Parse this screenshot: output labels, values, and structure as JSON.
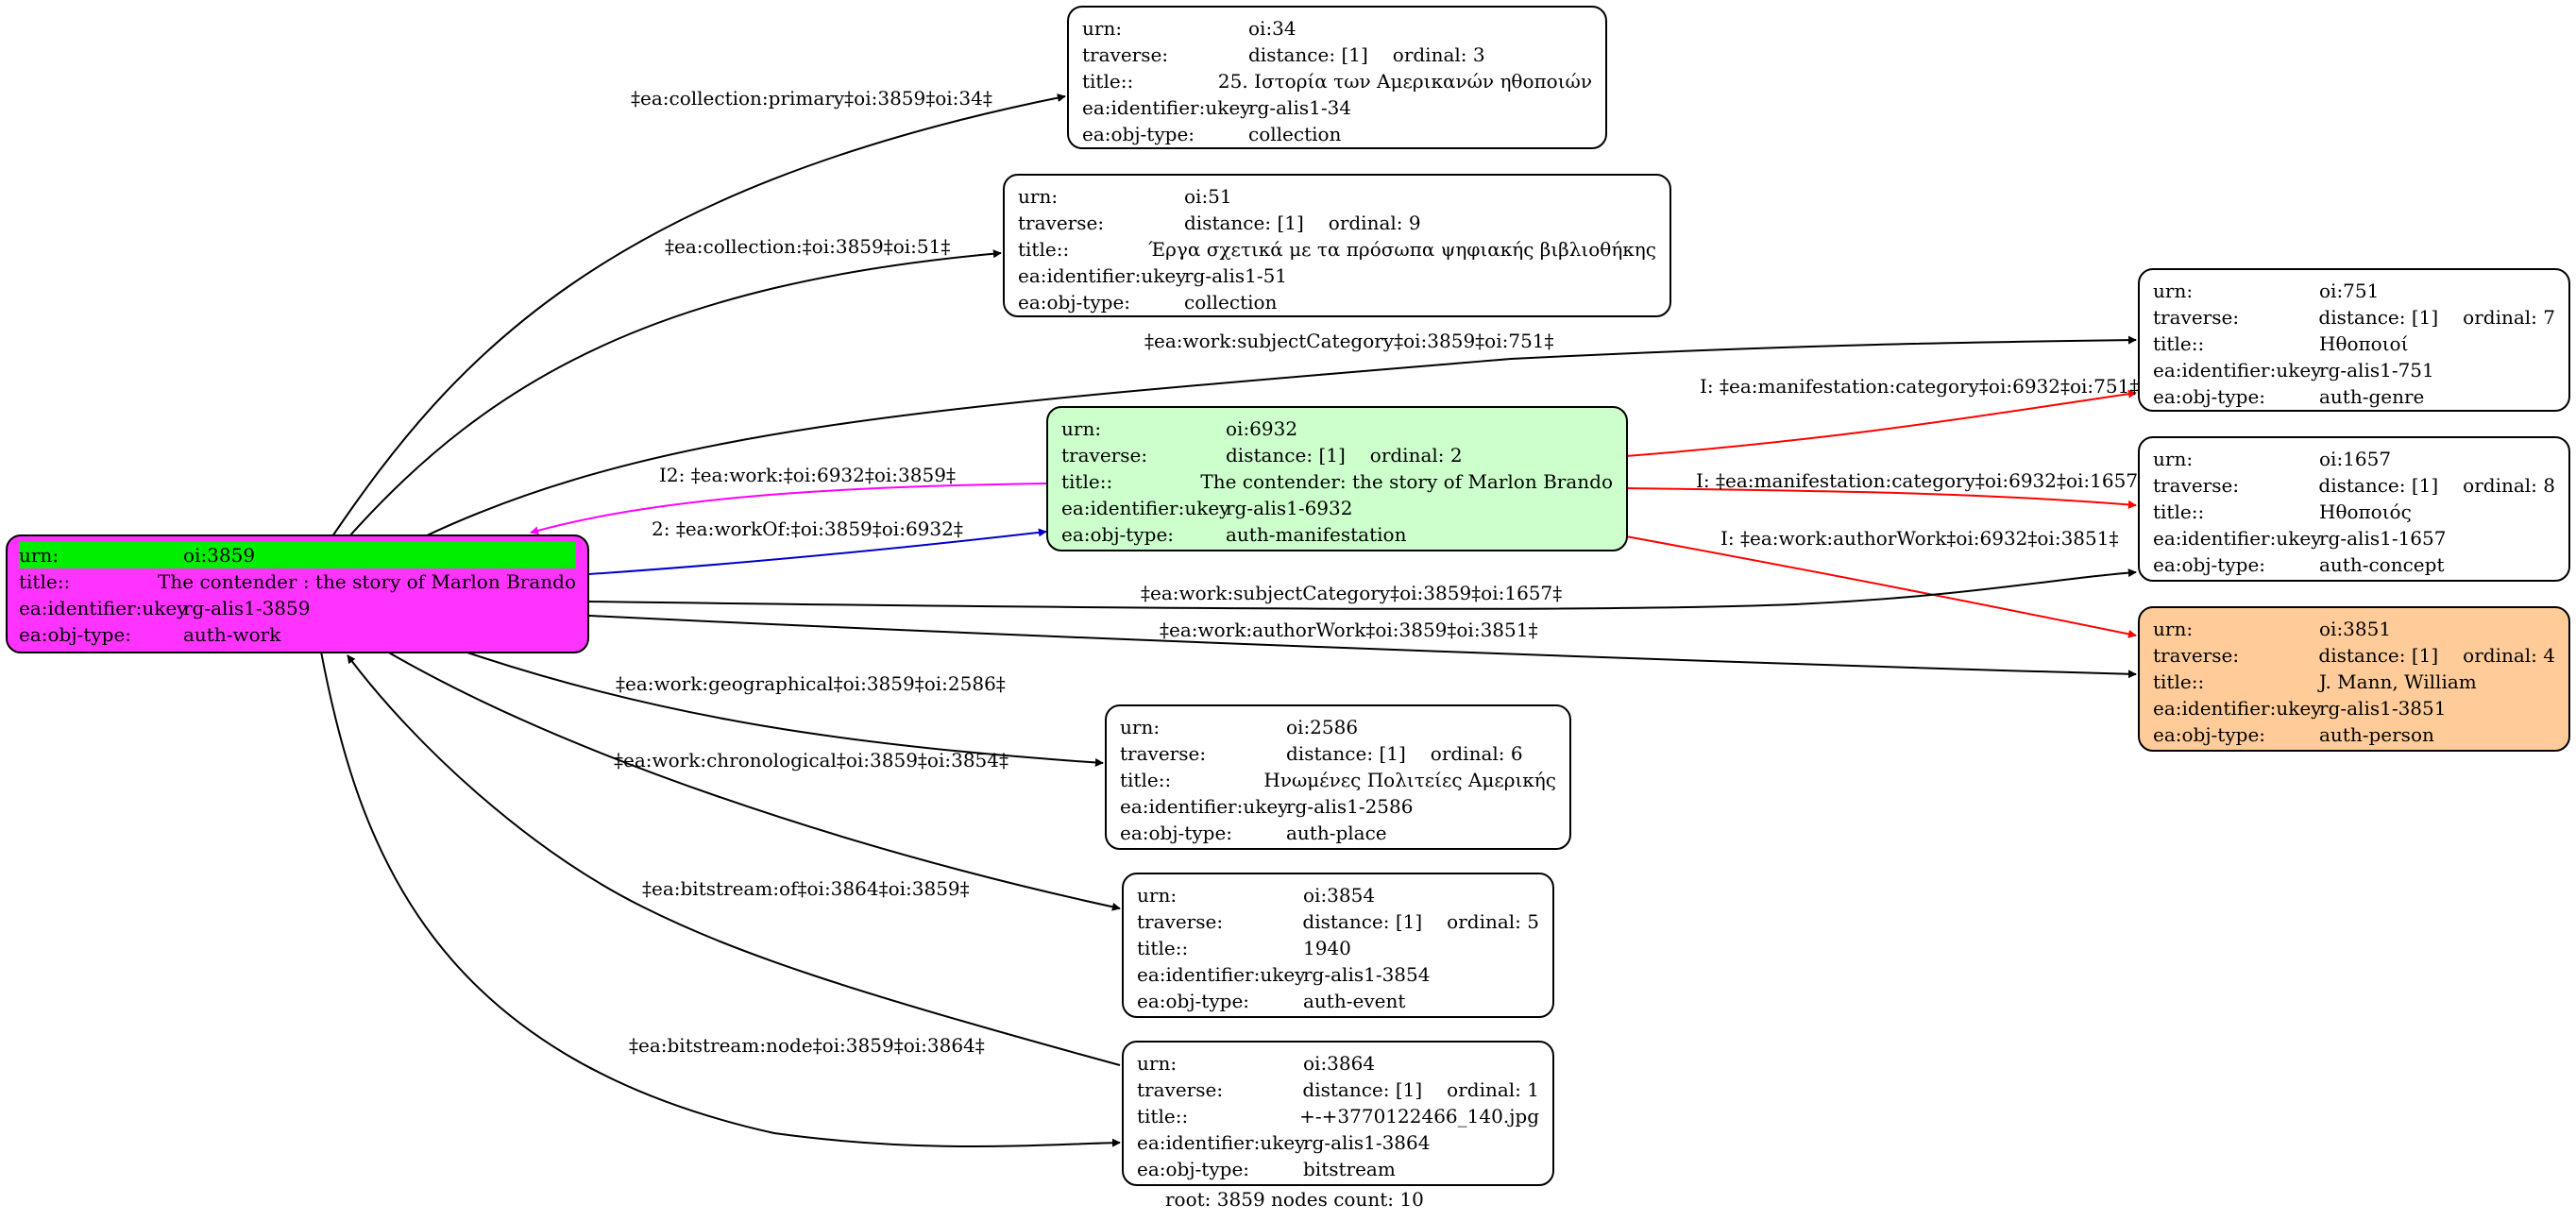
{
  "colors": {
    "root_fill": "#ff33ff",
    "root_highlight": "#00ee00",
    "manifestation_fill": "#ccffcc",
    "person_fill": "#ffcc99",
    "default_fill": "#ffffff",
    "edge_default": "#000000",
    "edge_red": "#ff0000",
    "edge_blue": "#0000cc",
    "edge_magenta": "#ff00ff"
  },
  "nodes": {
    "oi3859": {
      "urn_k": "urn:",
      "urn_v": "oi:3859",
      "title_k": "title::",
      "title_v": "The contender : the story of Marlon Brando",
      "ukey_k": "ea:identifier:ukey",
      "ukey_v": "rg-alis1-3859",
      "type_k": "ea:obj-type:",
      "type_v": "auth-work"
    },
    "oi34": {
      "urn_k": "urn:",
      "urn_v": "oi:34",
      "trav_k": "traverse:",
      "trav_v": "distance: [1]",
      "ord": "ordinal: 3",
      "title_k": "title::",
      "title_v": "25. Ιστορία των Αμερικανών ηθοποιών",
      "ukey_k": "ea:identifier:ukey",
      "ukey_v": "rg-alis1-34",
      "type_k": "ea:obj-type:",
      "type_v": "collection"
    },
    "oi51": {
      "urn_k": "urn:",
      "urn_v": "oi:51",
      "trav_k": "traverse:",
      "trav_v": "distance: [1]",
      "ord": "ordinal: 9",
      "title_k": "title::",
      "title_v": "Έργα σχετικά με τα πρόσωπα ψηφιακής βιβλιοθήκης",
      "ukey_k": "ea:identifier:ukey",
      "ukey_v": "rg-alis1-51",
      "type_k": "ea:obj-type:",
      "type_v": "collection"
    },
    "oi751": {
      "urn_k": "urn:",
      "urn_v": "oi:751",
      "trav_k": "traverse:",
      "trav_v": "distance: [1]",
      "ord": "ordinal: 7",
      "title_k": "title::",
      "title_v": "Ηθοποιοί",
      "ukey_k": "ea:identifier:ukey",
      "ukey_v": "rg-alis1-751",
      "type_k": "ea:obj-type:",
      "type_v": "auth-genre"
    },
    "oi6932": {
      "urn_k": "urn:",
      "urn_v": "oi:6932",
      "trav_k": "traverse:",
      "trav_v": "distance: [1]",
      "ord": "ordinal: 2",
      "title_k": "title::",
      "title_v": "The contender: the story of Marlon Brando",
      "ukey_k": "ea:identifier:ukey",
      "ukey_v": "rg-alis1-6932",
      "type_k": "ea:obj-type:",
      "type_v": "auth-manifestation"
    },
    "oi1657": {
      "urn_k": "urn:",
      "urn_v": "oi:1657",
      "trav_k": "traverse:",
      "trav_v": "distance: [1]",
      "ord": "ordinal: 8",
      "title_k": "title::",
      "title_v": "Ηθοποιός",
      "ukey_k": "ea:identifier:ukey",
      "ukey_v": "rg-alis1-1657",
      "type_k": "ea:obj-type:",
      "type_v": "auth-concept"
    },
    "oi3851": {
      "urn_k": "urn:",
      "urn_v": "oi:3851",
      "trav_k": "traverse:",
      "trav_v": "distance: [1]",
      "ord": "ordinal: 4",
      "title_k": "title::",
      "title_v": "J. Mann, William",
      "ukey_k": "ea:identifier:ukey",
      "ukey_v": "rg-alis1-3851",
      "type_k": "ea:obj-type:",
      "type_v": "auth-person"
    },
    "oi2586": {
      "urn_k": "urn:",
      "urn_v": "oi:2586",
      "trav_k": "traverse:",
      "trav_v": "distance: [1]",
      "ord": "ordinal: 6",
      "title_k": "title::",
      "title_v": "Ηνωμένες Πολιτείες Αμερικής",
      "ukey_k": "ea:identifier:ukey",
      "ukey_v": "rg-alis1-2586",
      "type_k": "ea:obj-type:",
      "type_v": "auth-place"
    },
    "oi3854": {
      "urn_k": "urn:",
      "urn_v": "oi:3854",
      "trav_k": "traverse:",
      "trav_v": "distance: [1]",
      "ord": "ordinal: 5",
      "title_k": "title::",
      "title_v": "1940",
      "ukey_k": "ea:identifier:ukey",
      "ukey_v": "rg-alis1-3854",
      "type_k": "ea:obj-type:",
      "type_v": "auth-event"
    },
    "oi3864": {
      "urn_k": "urn:",
      "urn_v": "oi:3864",
      "trav_k": "traverse:",
      "trav_v": "distance: [1]",
      "ord": "ordinal: 1",
      "title_k": "title::",
      "title_v": "+-+3770122466_140.jpg",
      "ukey_k": "ea:identifier:ukey",
      "ukey_v": "rg-alis1-3864",
      "type_k": "ea:obj-type:",
      "type_v": "bitstream"
    }
  },
  "edges": [
    {
      "label": "‡ea:collection:primary‡oi:3859‡oi:34‡",
      "color": "edge_default"
    },
    {
      "label": "‡ea:collection:‡oi:3859‡oi:51‡",
      "color": "edge_default"
    },
    {
      "label": "‡ea:work:subjectCategory‡oi:3859‡oi:751‡",
      "color": "edge_default"
    },
    {
      "label": "I: ‡ea:manifestation:category‡oi:6932‡oi:751‡",
      "color": "edge_red"
    },
    {
      "label": "I2: ‡ea:work:‡oi:6932‡oi:3859‡",
      "color": "edge_magenta"
    },
    {
      "label": "I: ‡ea:manifestation:category‡oi:6932‡oi:1657‡",
      "color": "edge_red"
    },
    {
      "label": "2: ‡ea:workOf:‡oi:3859‡oi:6932‡",
      "color": "edge_blue"
    },
    {
      "label": "I: ‡ea:work:authorWork‡oi:6932‡oi:3851‡",
      "color": "edge_red"
    },
    {
      "label": "‡ea:work:subjectCategory‡oi:3859‡oi:1657‡",
      "color": "edge_default"
    },
    {
      "label": "‡ea:work:authorWork‡oi:3859‡oi:3851‡",
      "color": "edge_default"
    },
    {
      "label": "‡ea:work:geographical‡oi:3859‡oi:2586‡",
      "color": "edge_default"
    },
    {
      "label": "‡ea:work:chronological‡oi:3859‡oi:3854‡",
      "color": "edge_default"
    },
    {
      "label": "‡ea:bitstream:of‡oi:3864‡oi:3859‡",
      "color": "edge_default"
    },
    {
      "label": "‡ea:bitstream:node‡oi:3859‡oi:3864‡",
      "color": "edge_default"
    }
  ],
  "footer": "root: 3859 nodes count: 10"
}
